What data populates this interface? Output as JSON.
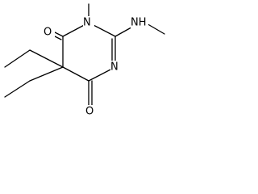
{
  "molecule": {
    "atom_labels": {
      "o_top": "O",
      "n_ring_top": "N",
      "nh_methylamino": "NH",
      "n_ring_bottom": "N",
      "o_bottom": "O"
    }
  },
  "colors": {
    "bond": "#000000",
    "label": "#000000",
    "background": "#ffffff"
  }
}
